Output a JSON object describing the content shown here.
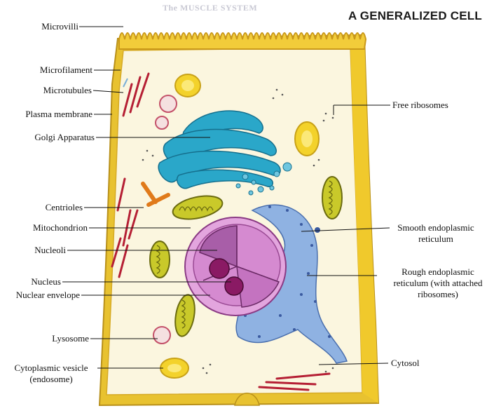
{
  "title": "A GENERALIZED CELL",
  "header_bleed": "The MUSCLE SYSTEM",
  "labels": {
    "microvilli": "Microvilli",
    "microfilament": "Microfilament",
    "microtubules": "Microtubules",
    "plasma_membrane": "Plasma membrane",
    "golgi": "Golgi Apparatus",
    "centrioles": "Centrioles",
    "mitochondrion": "Mitochondrion",
    "nucleoli": "Nucleoli",
    "nucleus": "Nucleus",
    "nuclear_envelope": "Nuclear envelope",
    "lysosome": "Lysosome",
    "vesicle_line1": "Cytoplasmic  vesicle",
    "vesicle_line2": "(endosome)",
    "free_ribosomes": "Free ribosomes",
    "smooth_er_line1": "Smooth endoplasmic",
    "smooth_er_line2": "reticulum",
    "rough_er_line1": "Rough endoplasmic",
    "rough_er_line2": "reticulum (with attached",
    "rough_er_line3": "ribosomes)",
    "cytosol": "Cytosol"
  },
  "colors": {
    "membrane": "#e8c230",
    "cytoplasm": "#fbf6df",
    "golgi": "#2aa7c9",
    "nucleus": "#d58ad0",
    "nucleolus": "#8a1a64",
    "er": "#6f9fd8",
    "mitochondria": "#c9c92a",
    "filament": "#b51f34"
  }
}
